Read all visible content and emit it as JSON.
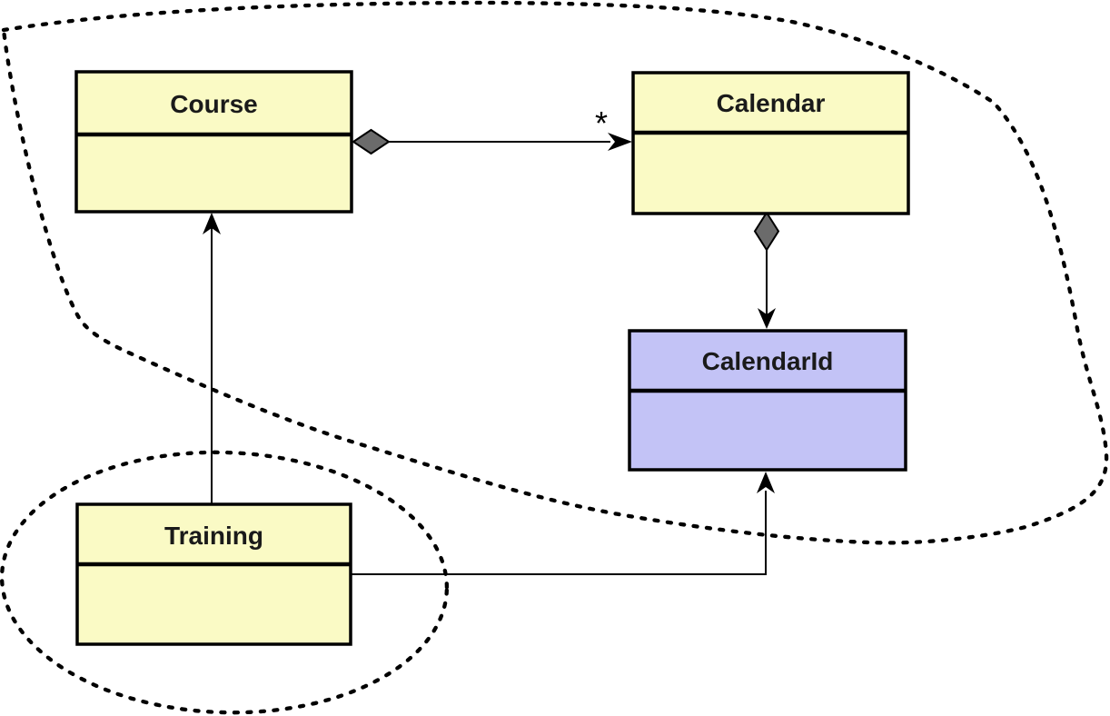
{
  "diagram": {
    "kind": "uml-class-diagram",
    "classes": [
      {
        "id": "course",
        "name": "Course",
        "color": "#FAFAC5"
      },
      {
        "id": "calendar",
        "name": "Calendar",
        "color": "#FAFAC5"
      },
      {
        "id": "calendarid",
        "name": "CalendarId",
        "color": "#C3C3F6"
      },
      {
        "id": "training",
        "name": "Training",
        "color": "#FAFAC5"
      }
    ],
    "relations": [
      {
        "from": "Course",
        "to": "Calendar",
        "type": "aggregation-arrow",
        "multiplicity": "*"
      },
      {
        "from": "Calendar",
        "to": "CalendarId",
        "type": "aggregation-arrow",
        "multiplicity": ""
      },
      {
        "from": "Training",
        "to": "Course",
        "type": "directed-arrow",
        "multiplicity": ""
      },
      {
        "from": "Training",
        "to": "CalendarId",
        "type": "directed-arrow",
        "multiplicity": ""
      }
    ],
    "groups": [
      {
        "shape": "dashed-blob",
        "members": "Course, Calendar, CalendarId"
      },
      {
        "shape": "dashed-ellipse",
        "members": "Training"
      }
    ],
    "colors": {
      "class_yellow": "#FAFAC5",
      "class_purple": "#C3C3F6",
      "diamond_fill": "#6B6B6B",
      "line": "#000000",
      "background": "#FFFFFF"
    }
  }
}
